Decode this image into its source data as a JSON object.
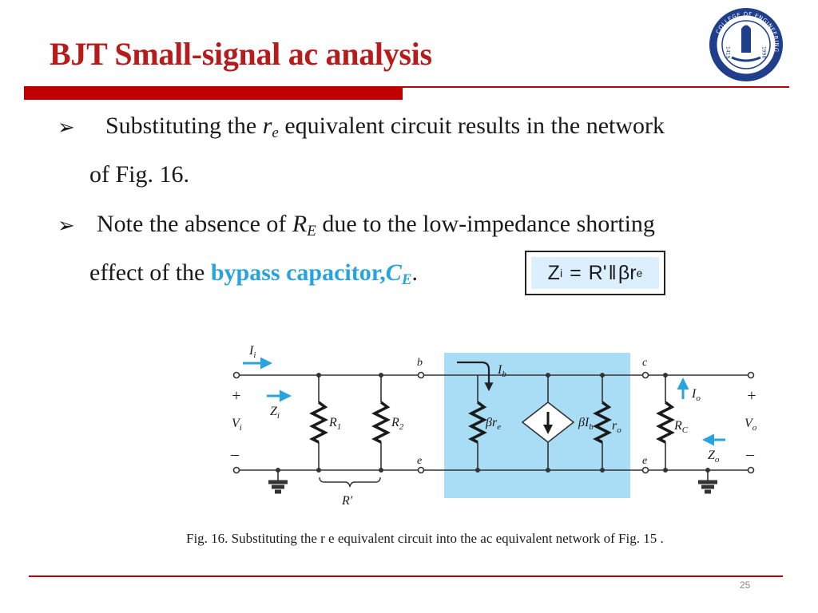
{
  "slide": {
    "title": "BJT Small-signal ac analysis",
    "page_number": "25"
  },
  "bullets": [
    {
      "icon": "arrow-bullet-icon",
      "part1": "Substituting the",
      "math": "r",
      "math_sub": "e",
      "part2": "equivalent circuit results in the network",
      "line2": "of Fig. 16."
    },
    {
      "icon": "arrow-bullet-icon",
      "part1": "Note the absence of",
      "math": "R",
      "math_sub": "E",
      "part2": "due to the low-impedance shorting",
      "line2_part1": "effect of the",
      "highlight": "bypass capacitor,",
      "highlight_math": "C",
      "highlight_sub": "E",
      "end": "."
    }
  ],
  "formula": {
    "lhs": "Z",
    "lhs_sub": "i",
    "eq": "=",
    "rhs1": "R'",
    "parallel": "‖",
    "rhs2": "βr",
    "rhs2_sub": "e"
  },
  "circuit": {
    "labels": {
      "ii": "I",
      "ii_sub": "i",
      "plus_in": "+",
      "minus_in": "–",
      "vi": "V",
      "vi_sub": "i",
      "zi": "Z",
      "zi_sub": "i",
      "r1": "R",
      "r1_sub": "1",
      "r2": "R",
      "r2_sub": "2",
      "r_prime": "R′",
      "b": "b",
      "e_left": "e",
      "ib": "I",
      "ib_sub": "b",
      "bre": "βr",
      "bre_sub": "e",
      "bib": "βI",
      "bib_sub": "b",
      "ro": "r",
      "ro_sub": "o",
      "c": "c",
      "e_right": "e",
      "io": "I",
      "io_sub": "o",
      "rc": "R",
      "rc_sub": "C",
      "zo": "Z",
      "zo_sub": "o",
      "plus_out": "+",
      "minus_out": "–",
      "vo": "V",
      "vo_sub": "o"
    },
    "colors": {
      "model_box": "#a9dcf5",
      "arrow": "#29a3dd",
      "wire": "#333333"
    }
  },
  "caption": "Fig. 16. Substituting the r e equivalent circuit into the ac equivalent network of Fig. 15 .",
  "theme": {
    "title_color": "#b51c1c",
    "rule_color": "#c00000",
    "highlight_color": "#29a3dd"
  },
  "logo": {
    "icon": "college-seal-icon",
    "ring_text": "COLLEGE OF ENGINEERING",
    "year_left": "1419",
    "year_right": "1998"
  }
}
